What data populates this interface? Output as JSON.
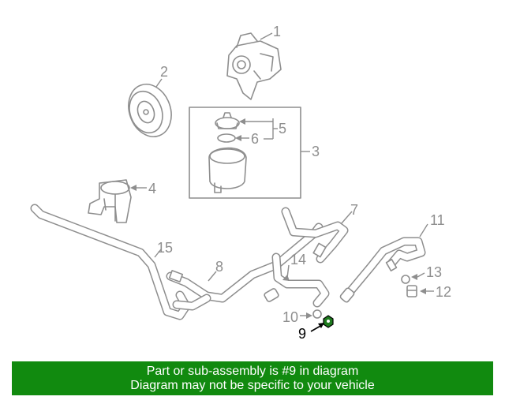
{
  "callouts": {
    "n1": "1",
    "n2": "2",
    "n3": "3",
    "n4": "4",
    "n5": "5",
    "n6": "6",
    "n7": "7",
    "n8": "8",
    "n9": "9",
    "n10": "10",
    "n11": "11",
    "n12": "12",
    "n13": "13",
    "n14": "14",
    "n15": "15"
  },
  "highlight_callout": "9",
  "colors": {
    "banner": "#118a0f",
    "line_art": "#8e8e8e",
    "highlight": "#000000"
  },
  "banner": {
    "line1": "Part or sub-assembly is #9 in diagram",
    "line2": "Diagram may not be specific to your vehicle"
  }
}
